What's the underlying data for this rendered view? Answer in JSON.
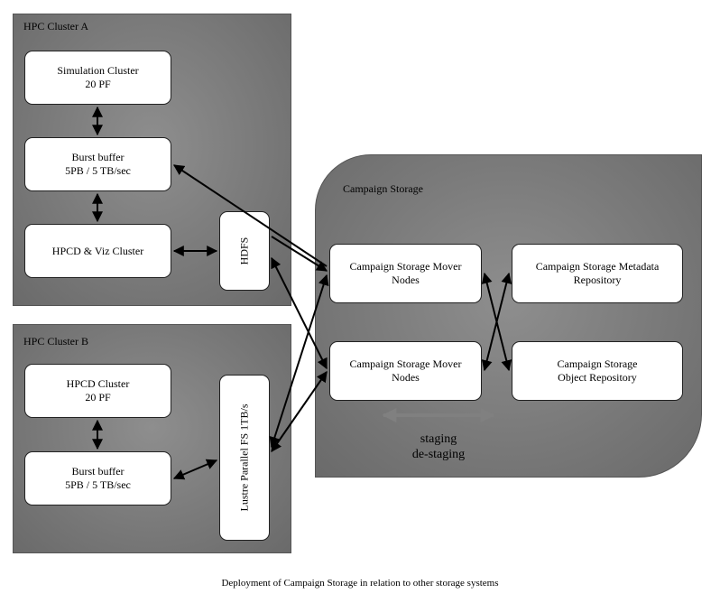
{
  "cluster_a": {
    "title": "HPC Cluster A",
    "simulation": "Simulation Cluster\n20 PF",
    "burst_buffer": "Burst buffer\n5PB / 5 TB/sec",
    "hpcd_viz": "HPCD & Viz Cluster",
    "hdfs": "HDFS"
  },
  "cluster_b": {
    "title": "HPC Cluster B",
    "hpcd": "HPCD Cluster\n20 PF",
    "burst_buffer": "Burst buffer\n5PB / 5 TB/sec",
    "lustre": "Lustre Parallel FS 1TB/s"
  },
  "campaign": {
    "title": "Campaign Storage",
    "mover_1": "Campaign Storage Mover\nNodes",
    "mover_2": "Campaign Storage Mover\nNodes",
    "metadata": "Campaign Storage Metadata\nRepository",
    "object": "Campaign Storage\nObject Repository",
    "staging": "staging\nde-staging"
  },
  "caption": "Deployment of Campaign Storage in relation to other storage systems",
  "colors": {
    "panel": "#7f7f7f",
    "arrow": "#000000",
    "staging_arrow": "#808080"
  }
}
